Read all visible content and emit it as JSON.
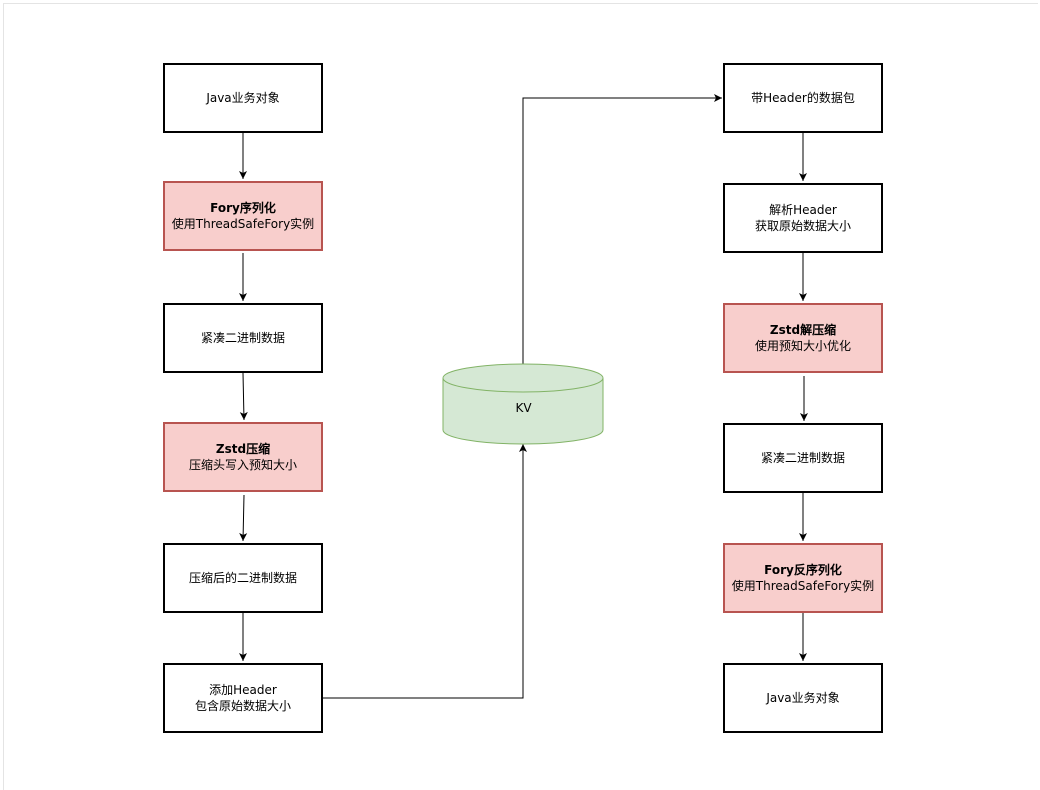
{
  "diagram": {
    "left_column": [
      {
        "line1": "Java业务对象",
        "line2": "",
        "bold": false,
        "highlight": false
      },
      {
        "line1": "Fory序列化",
        "line2": "使用ThreadSafeFory实例",
        "bold": true,
        "highlight": true
      },
      {
        "line1": "紧凑二进制数据",
        "line2": "",
        "bold": false,
        "highlight": false
      },
      {
        "line1": "Zstd压缩",
        "line2": "压缩头写入预知大小",
        "bold": true,
        "highlight": true
      },
      {
        "line1": "压缩后的二进制数据",
        "line2": "",
        "bold": false,
        "highlight": false
      },
      {
        "line1": "添加Header",
        "line2": "包含原始数据大小",
        "bold": false,
        "highlight": false
      }
    ],
    "storage": {
      "label": "KV"
    },
    "right_column": [
      {
        "line1": "带Header的数据包",
        "line2": "",
        "bold": false,
        "highlight": false
      },
      {
        "line1": "解析Header",
        "line2": "获取原始数据大小",
        "bold": false,
        "highlight": false
      },
      {
        "line1": "Zstd解压缩",
        "line2": "使用预知大小优化",
        "bold": true,
        "highlight": true
      },
      {
        "line1": "紧凑二进制数据",
        "line2": "",
        "bold": false,
        "highlight": false
      },
      {
        "line1": "Fory反序列化",
        "line2": "使用ThreadSafeFory实例",
        "bold": true,
        "highlight": true
      },
      {
        "line1": "Java业务对象",
        "line2": "",
        "bold": false,
        "highlight": false
      }
    ],
    "colors": {
      "highlight_fill": "#f8cecc",
      "highlight_stroke": "#b85450",
      "storage_fill": "#d5e8d4",
      "storage_stroke": "#82b366",
      "default_stroke": "#000000"
    }
  }
}
